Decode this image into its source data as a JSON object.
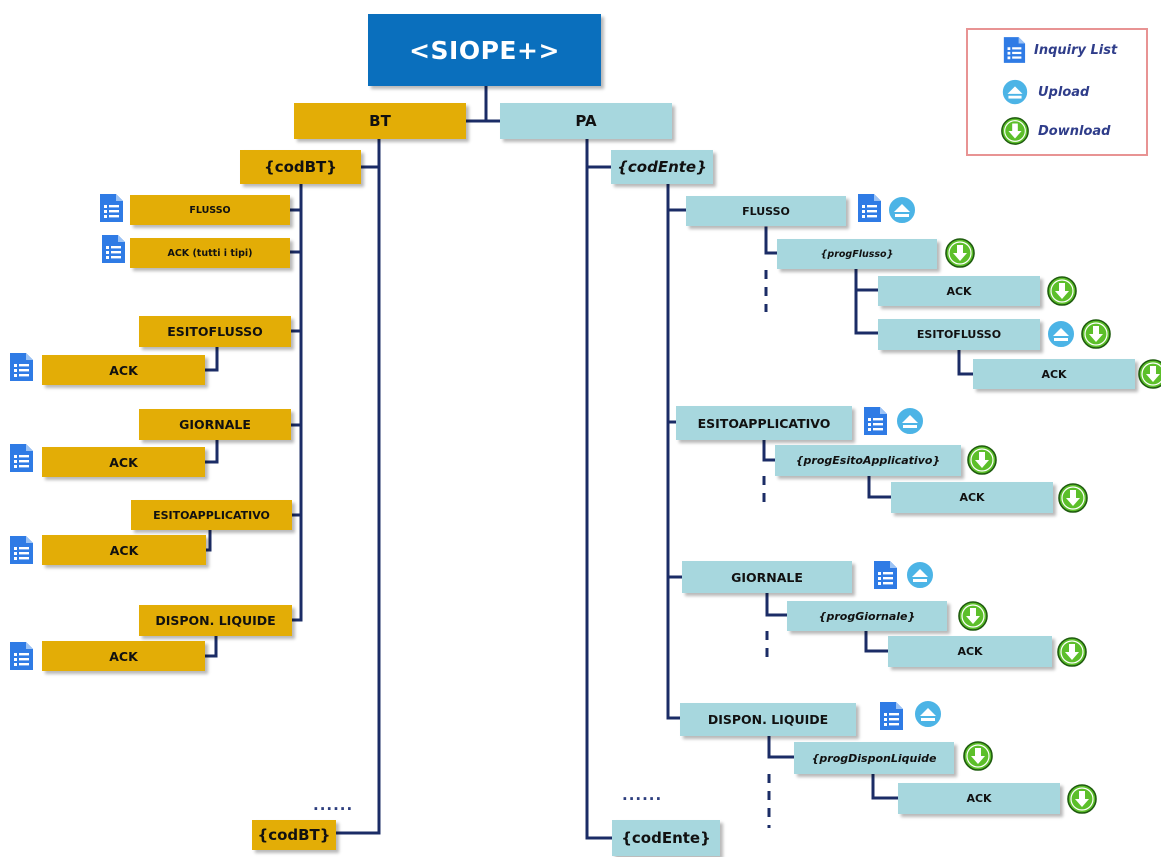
{
  "root": "<SIOPE+>",
  "bt": {
    "title": "BT",
    "cod": "{codBT}",
    "cod_bottom": "{codBT}",
    "flusso": "FLUSSO",
    "ack_all": "ACK (tutti i tipi)",
    "esitoflusso": "ESITOFLUSSO",
    "ack1": "ACK",
    "giornale": "GIORNALE",
    "ack2": "ACK",
    "esitoapplicativo": "ESITOAPPLICATIVO",
    "ack3": "ACK",
    "dispon": "DISPON. LIQUIDE",
    "ack4": "ACK",
    "more": "......"
  },
  "pa": {
    "title": "PA",
    "cod": "{codEnte}",
    "cod_bottom": "{codEnte}",
    "flusso": "FLUSSO",
    "prog_flusso": "{progFlusso}",
    "ack_f": "ACK",
    "esitoflusso": "ESITOFLUSSO",
    "ack_ef": "ACK",
    "esitoapplicativo": "ESITOAPPLICATIVO",
    "prog_ea": "{progEsitoApplicativo}",
    "ack_ea": "ACK",
    "giornale": "GIORNALE",
    "prog_g": "{progGiornale}",
    "ack_g": "ACK",
    "dispon": "DISPON. LIQUIDE",
    "prog_d": "{progDisponLiquide",
    "ack_d": "ACK",
    "more": "......"
  },
  "legend": {
    "inquiry": "Inquiry List",
    "upload": "Upload",
    "download": "Download"
  },
  "colors": {
    "root": "#0a6fbd",
    "bt_box": "#e3ad06",
    "pa_box": "#a7d7de",
    "connector": "#1b2c66",
    "inquiry_icon": "#2f7be5",
    "upload_icon": "#4cb4e6",
    "download_icon": "#5cbf2a",
    "legend_border": "#e89393"
  },
  "icons": [
    "inquiry-list-icon",
    "upload-icon",
    "download-icon"
  ]
}
